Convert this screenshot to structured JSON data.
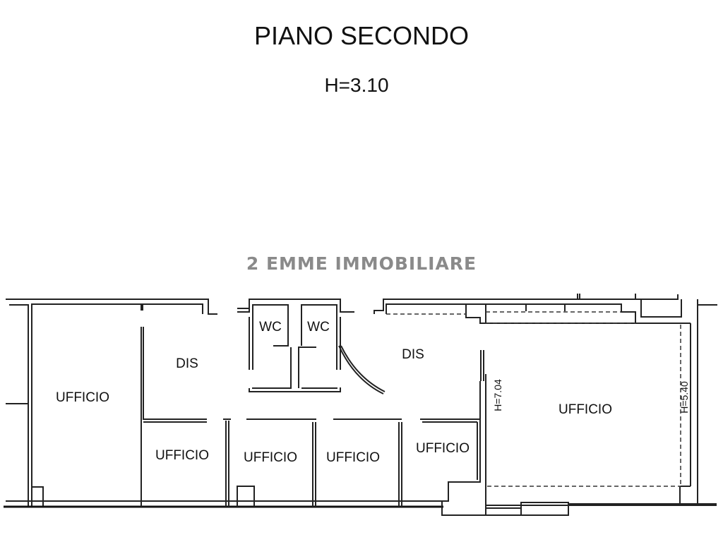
{
  "title": "PIANO SECONDO",
  "subtitle": "H=3.10",
  "watermark": "2 EMME IMMOBILIARE",
  "rooms": [
    {
      "label": "UFFICIO"
    },
    {
      "label": "DIS"
    },
    {
      "label": "WC"
    },
    {
      "label": "WC"
    },
    {
      "label": "DIS"
    },
    {
      "label": "UFFICIO"
    },
    {
      "label": "UFFICIO"
    },
    {
      "label": "UFFICIO"
    },
    {
      "label": "UFFICIO"
    },
    {
      "label": "UFFICIO"
    }
  ],
  "dimensions": {
    "left_height": "H=7.04",
    "right_height": "H=5.40"
  }
}
